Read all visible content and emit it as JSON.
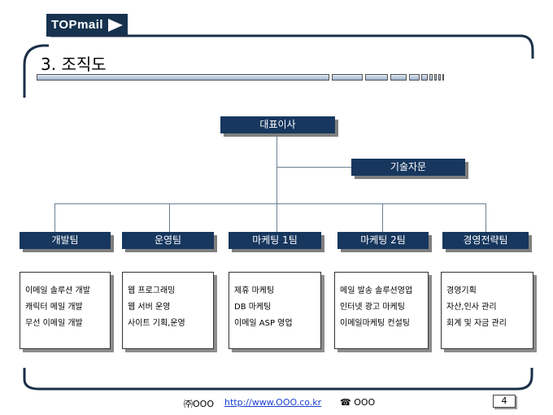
{
  "logo": {
    "text": "TOPmail"
  },
  "title": "3. 조직도",
  "ceo": "대표이사",
  "advisor": "기술자문",
  "teams": [
    {
      "name": "개발팀",
      "items": [
        "이메일 솔루션 개발",
        "캐릭터 메일 개발",
        "무선 이메일 개발"
      ]
    },
    {
      "name": "운영팀",
      "items": [
        "웹 프로그래밍",
        "웹 서버 운영",
        "사이트 기획,운영"
      ]
    },
    {
      "name": "마케팅 1팀",
      "items": [
        "제휴 마케팅",
        "DB 마케팅",
        "이메일 ASP 영업"
      ]
    },
    {
      "name": "마케팅 2팀",
      "items": [
        "메일 발송 솔루션영업",
        "인터넷 광고 마케팅",
        "이메일마케팅 컨설팅"
      ]
    },
    {
      "name": "경영전략팀",
      "items": [
        "경영기획",
        "자산,인사 관리",
        "회계 및 자금 관리"
      ]
    }
  ],
  "footer": {
    "company": "㈜OOO",
    "url": "http://www.OOO.co.kr",
    "phone_icon": "phone-icon",
    "phone": "☎ OOO",
    "page": "4"
  }
}
